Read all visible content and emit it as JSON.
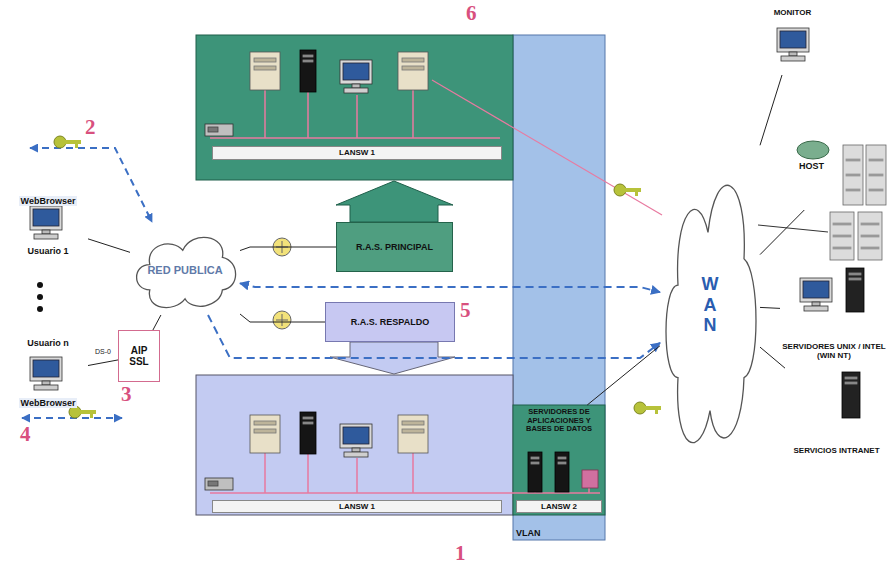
{
  "diagram": {
    "nodes": [
      {
        "text": [
          "RED PUBLICA"
        ]
      },
      {
        "text": [
          "WebBrowser",
          "Usuario 1"
        ]
      },
      {
        "text": [
          "Usuario n",
          "WebBrowser"
        ]
      },
      {
        "text": [
          "AIP SSL"
        ]
      },
      {
        "text": [
          "R.A.S. PRINCIPAL"
        ]
      },
      {
        "text": [
          "R.A.S. RESPALDO"
        ]
      },
      {
        "text": [
          "LANSW 1"
        ]
      },
      {
        "text": [
          "VLAN"
        ]
      },
      {
        "text": [
          "SERVIDORES DE APLICACIONES Y BASES DE DATOS"
        ],
        "in": 7
      },
      {
        "text": [
          "LANSW 2"
        ],
        "in": 7
      },
      {
        "text": [
          "LANSW 1"
        ]
      },
      {
        "text": [
          "W A N"
        ]
      },
      {
        "text": [
          "MONITOR"
        ]
      },
      {
        "text": [
          "HOST"
        ]
      },
      {
        "text": [
          "SERVIDORES UNIX / INTEL (WIN NT)"
        ]
      },
      {
        "text": [
          "SERVICIOS INTRANET"
        ]
      }
    ],
    "edges": [
      {
        "from": 1,
        "to": 0,
        "arrow": "none"
      },
      {
        "from": 2,
        "to": 3,
        "arrow": "none",
        "label": "DS-0"
      },
      {
        "from": 3,
        "to": 0,
        "arrow": "none"
      },
      {
        "from": 0,
        "to": 4,
        "arrow": "none"
      },
      {
        "from": 0,
        "to": 5,
        "arrow": "none"
      },
      {
        "from": 0,
        "to": 11,
        "arrow": "both"
      },
      {
        "from": 0,
        "to": 11,
        "arrow": "to"
      },
      {
        "from": 11,
        "to": 12,
        "arrow": "none"
      },
      {
        "from": 11,
        "to": 13,
        "arrow": "none"
      },
      {
        "from": 11,
        "to": 14,
        "arrow": "none"
      },
      {
        "from": 11,
        "to": 15,
        "arrow": "none"
      },
      {
        "from": 11,
        "to": 8,
        "arrow": "none"
      }
    ],
    "labels": [
      "6",
      "2",
      "3",
      "4",
      "5",
      "1"
    ]
  }
}
